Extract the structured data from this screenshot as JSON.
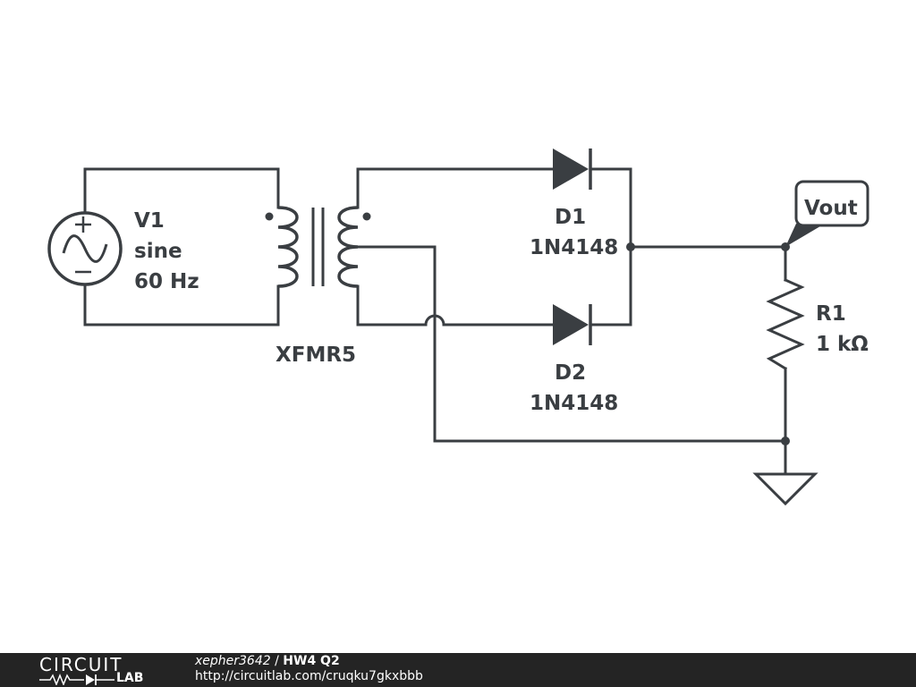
{
  "schematic": {
    "source": {
      "name": "V1",
      "type": "sine",
      "freq": "60 Hz"
    },
    "transformer": {
      "name": "XFMR5"
    },
    "diode1": {
      "name": "D1",
      "part": "1N4148"
    },
    "diode2": {
      "name": "D2",
      "part": "1N4148"
    },
    "resistor": {
      "name": "R1",
      "value": "1 kΩ"
    },
    "probe": {
      "label": "Vout"
    }
  },
  "footer": {
    "logo_top": "CIRCUIT",
    "logo_bottom": "LAB",
    "author": "xepher3642",
    "separator": "/",
    "title": "HW4 Q2",
    "url": "http://circuitlab.com/cruqku7gkxbbb"
  },
  "colors": {
    "ink": "#3a3e42",
    "footer_bg": "#242424"
  }
}
